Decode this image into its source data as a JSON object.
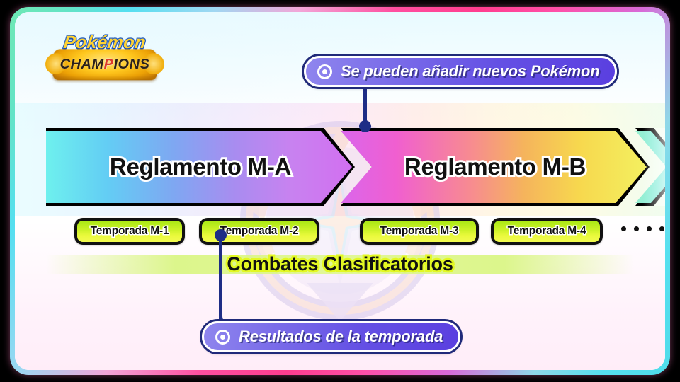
{
  "frame": {
    "border_gradient": [
      "#6fe8b4",
      "#55dff0",
      "#ff4fa0",
      "#d86ad8",
      "#4fdcea"
    ],
    "background": "#ffffff"
  },
  "logo": {
    "top_word": "Pokémon",
    "bottom_word_parts": [
      "CHAM",
      "P",
      "IONS"
    ],
    "top_color": "#ffd232",
    "top_outline": "#2a62c4",
    "badge_color": "#ffc81f",
    "accent_color": "#e03a2a"
  },
  "timeline": {
    "rules": [
      {
        "label": "Reglamento M-A",
        "gradient_from": "#6ef0ee",
        "gradient_to": "#d26ff0"
      },
      {
        "label": "Reglamento M-B",
        "gradient_from": "#da66ec",
        "gradient_to": "#f3f060"
      },
      {
        "label": "",
        "gradient_from": "#9af0d0",
        "gradient_to": "#6ae8e4"
      }
    ],
    "seasons": [
      {
        "label": "Temporada M-1"
      },
      {
        "label": "Temporada M-2"
      },
      {
        "label": "Temporada M-3"
      },
      {
        "label": "Temporada M-4"
      }
    ],
    "continuation_dots": 4,
    "ranked_label": "Combates Clasificatorios",
    "ranked_highlight_color": "#e3f822",
    "badge_gradient_from": "#a9e814",
    "badge_gradient_to": "#f2fb50"
  },
  "callouts": {
    "top": {
      "text": "Se pueden añadir nuevos Pokémon",
      "icon": "target-icon",
      "accent_color": "#5a3fe0",
      "border_color": "#202a7a"
    },
    "bottom": {
      "text": "Resultados de la temporada",
      "icon": "target-icon",
      "accent_color": "#5a3fe0",
      "border_color": "#202a7a"
    }
  }
}
